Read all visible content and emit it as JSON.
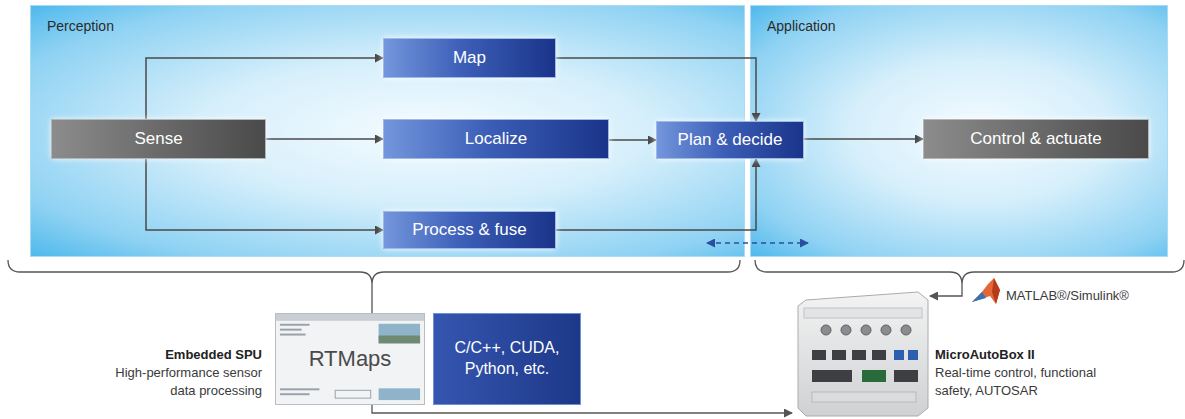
{
  "diagram": {
    "nodes": [
      {
        "text": [
          "Perception"
        ]
      },
      {
        "text": [
          "Application"
        ]
      },
      {
        "text": [
          "Sense"
        ],
        "in": 0
      },
      {
        "text": [
          "Map"
        ],
        "in": 0
      },
      {
        "text": [
          "Localize"
        ],
        "in": 0
      },
      {
        "text": [
          "Process & fuse"
        ],
        "in": 0
      },
      {
        "text": [
          "Plan & decide"
        ],
        "in": 0
      },
      {
        "text": [
          "Control & actuate"
        ],
        "in": 1
      },
      {
        "text": [
          "RTMaps"
        ]
      },
      {
        "text": [
          "C/C++, CUDA, Python, etc."
        ]
      }
    ],
    "edges": [
      {
        "from": 2,
        "to": 3,
        "arrow": "to"
      },
      {
        "from": 2,
        "to": 4,
        "arrow": "to"
      },
      {
        "from": 2,
        "to": 5,
        "arrow": "to"
      },
      {
        "from": 3,
        "to": 6,
        "arrow": "to"
      },
      {
        "from": 4,
        "to": 6,
        "arrow": "to"
      },
      {
        "from": 5,
        "to": 6,
        "arrow": "to"
      },
      {
        "from": 6,
        "to": 7,
        "arrow": "to"
      },
      {
        "from": 0,
        "to": 1,
        "arrow": "both"
      }
    ],
    "labels": [
      "Embedded SPU",
      "High-performance sensor data processing",
      "MicroAutoBox II",
      "Real-time control, functional safety, AUTOSAR",
      "MATLAB®/Simulink®"
    ]
  }
}
